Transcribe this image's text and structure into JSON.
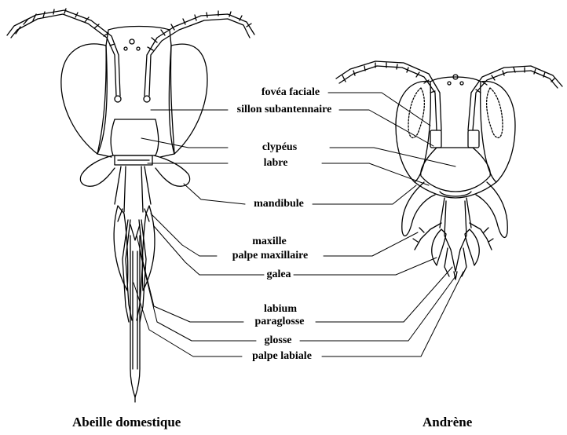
{
  "labels": {
    "fovea_faciale": "fovéa faciale",
    "sillon_subantennaire": "sillon subantennaire",
    "clypeus": "clypéus",
    "labre": "labre",
    "mandibule": "mandibule",
    "maxille": "maxille",
    "palpe_maxillaire": "palpe maxillaire",
    "galea": "galea",
    "labium": "labium",
    "paraglosse": "paraglosse",
    "glosse": "glosse",
    "palpe_labiale": "palpe labiale"
  },
  "captions": {
    "left": "Abeille domestique",
    "right": "Andrène"
  }
}
